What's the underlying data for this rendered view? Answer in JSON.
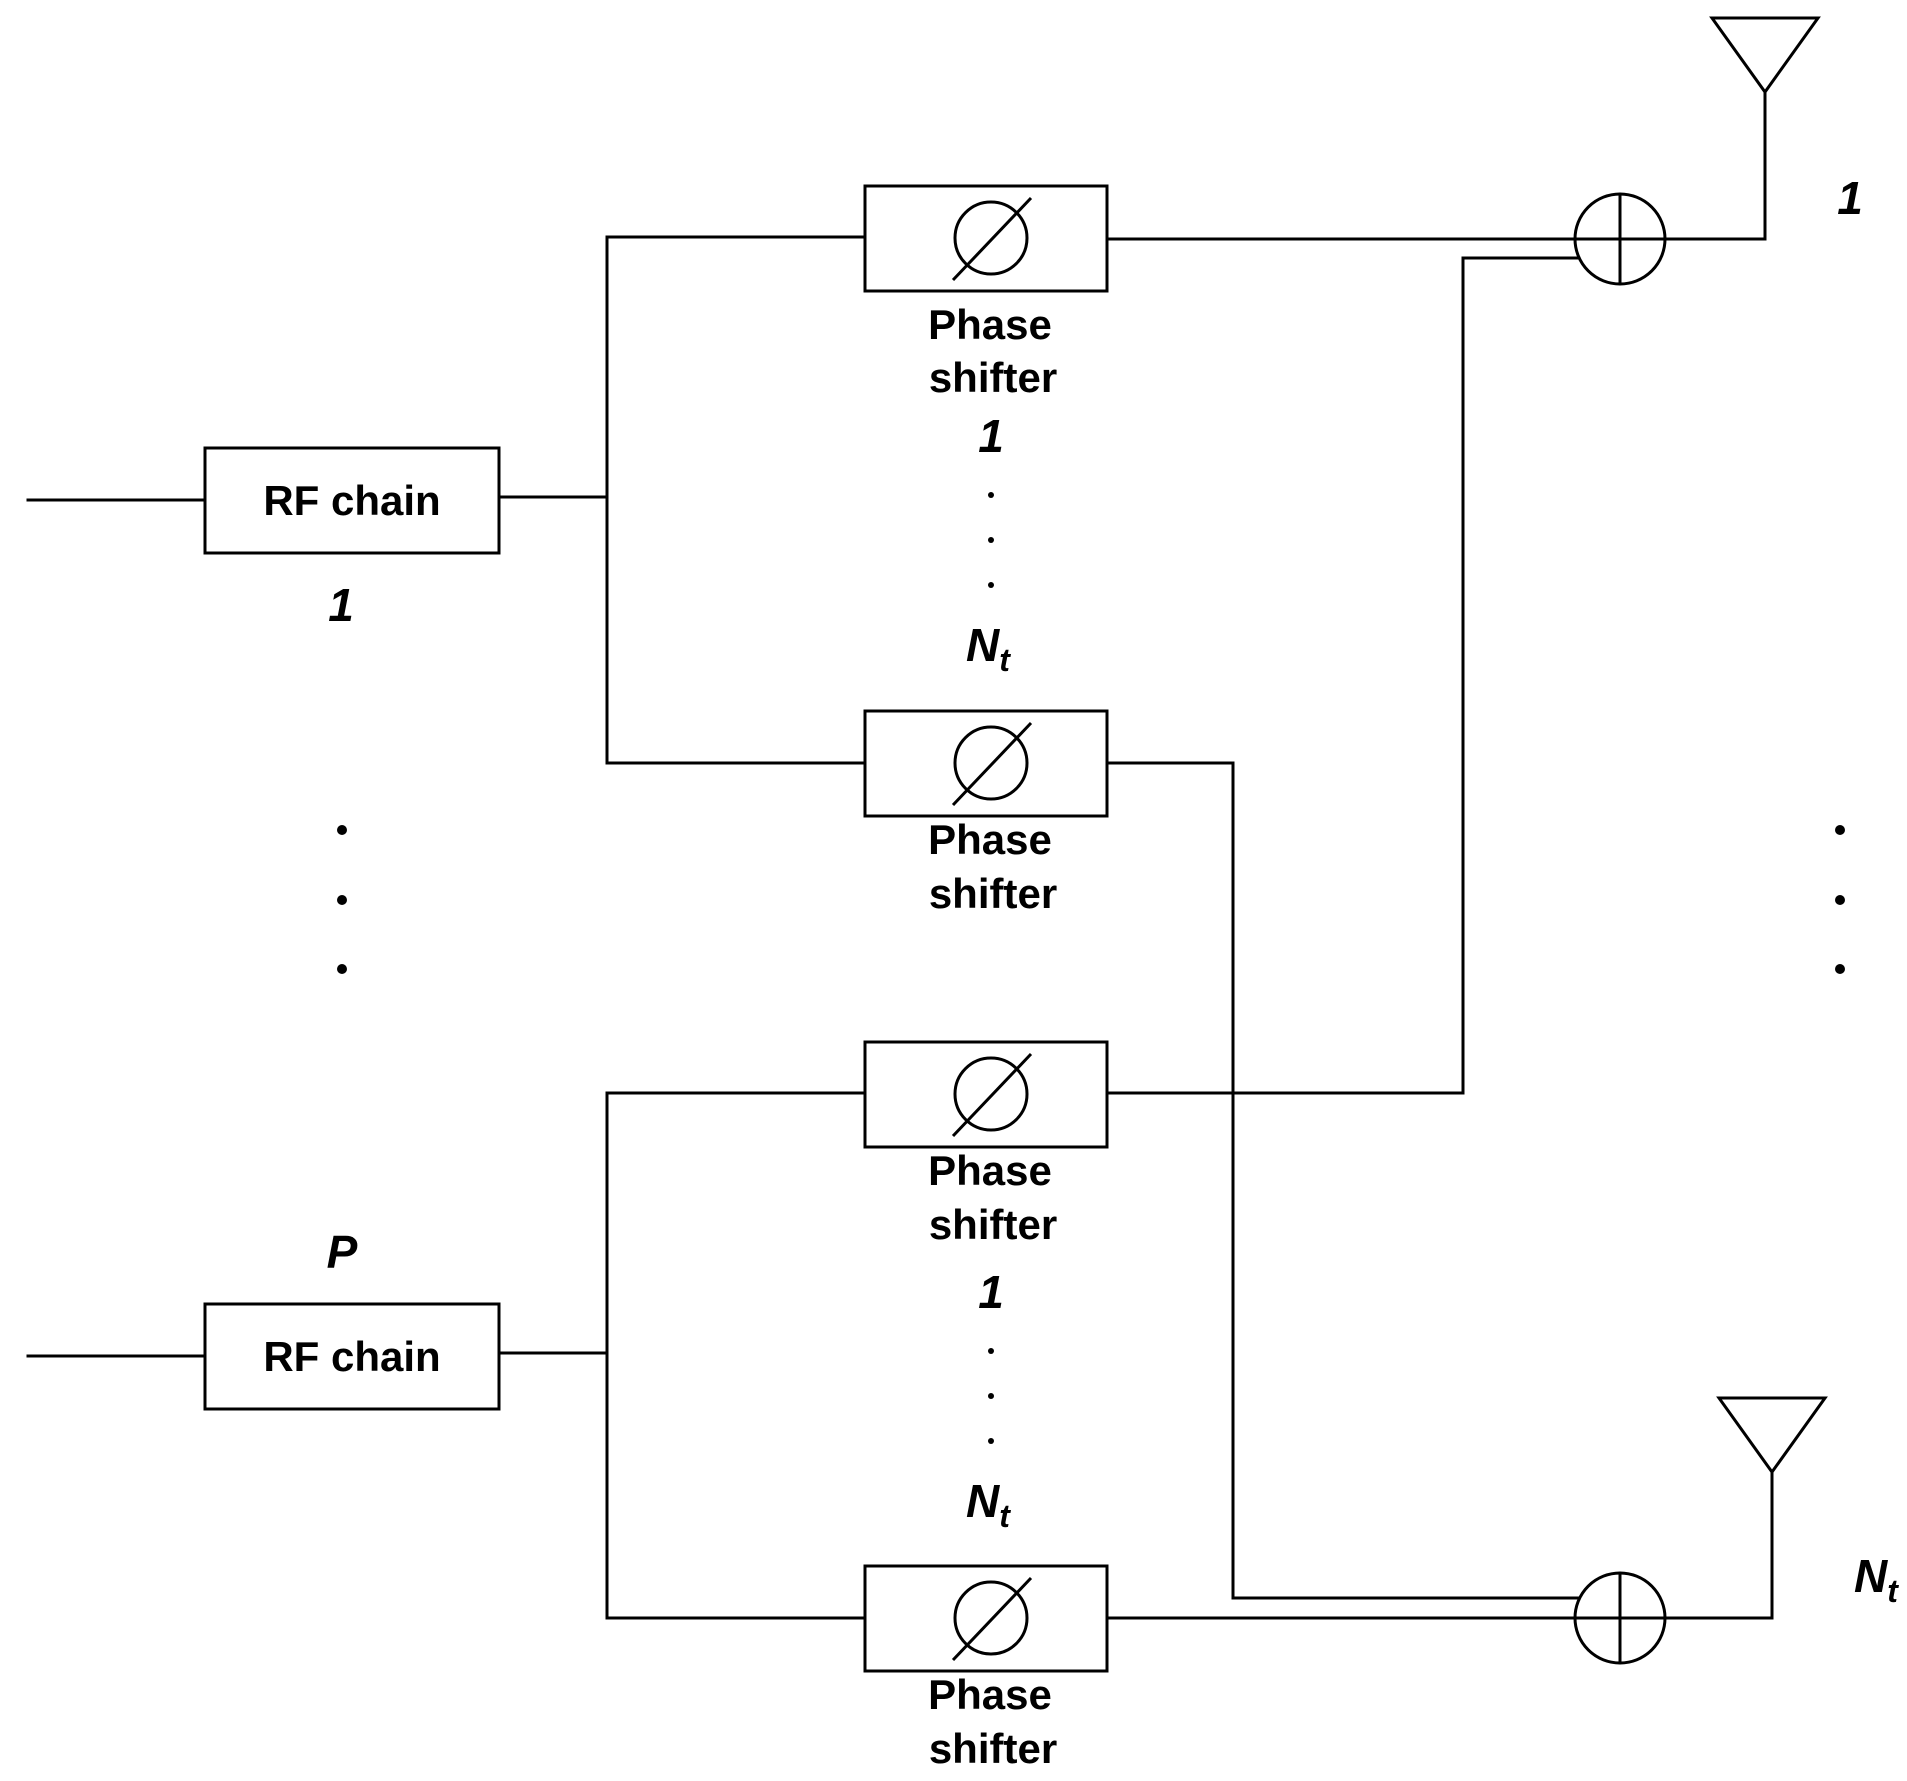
{
  "rf_chain_label": "RF chain",
  "phase_shifter_label_line1": "Phase",
  "phase_shifter_label_line2": "shifter",
  "rf_chain_indices": {
    "first": "1",
    "last": "P"
  },
  "phase_shifter_indices": {
    "first": "1",
    "last_base": "N",
    "last_sub": "t"
  },
  "antenna_indices": {
    "first": "1",
    "last_base": "N",
    "last_sub": "t"
  },
  "ellipsis_dot": "."
}
